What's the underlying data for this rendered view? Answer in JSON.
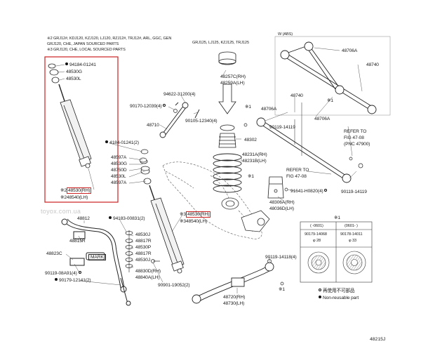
{
  "notes": [
    "※2  GRJ12#, KDJ120, KZJ120, LJ120, RZJ12#, TRJ12#, ARL, GGC, GEN",
    "       GRJ120, CHE, JAPAN SOURCED PARTS",
    "※3  GRJ120, CHE, LOCAL SOURCED PARTS"
  ],
  "variant_headers": {
    "coil_models": "GRJ125, LJ125, KZJ125, TRJ125",
    "w_abs": "W (ABS)"
  },
  "callouts": {
    "c94184_top": "94184-01241",
    "c48530G_top": "48530G",
    "c48530L": "48530L",
    "c48530RH_box_note": "※2",
    "c48530RH_box": "48530(RH)",
    "c48540LH_box_note": "※2",
    "c48540LH_box": "48540(LH)",
    "c4184_mid": "4184-01241(2)",
    "c48597A_1": "48597A",
    "c48530G_2": "48530G",
    "c48750D": "48750D",
    "c48530L_2": "48530L",
    "c48597A_2": "48597A",
    "c48530RH_mid_note": "※3",
    "c48530RH_mid": "48530(RH)",
    "c48540LH_mid_note": "※3",
    "c48540LH_mid": "48540(LH)",
    "c94622": "94622-31200(4)",
    "c90170": "90170-12039(4)",
    "c90105": "90105-12340(4)",
    "c48710": "48710",
    "c48257C": "48257C(RH)",
    "c48259A": "48259A(LH)",
    "c48302": "48302",
    "c48231A": "48231A(RH)",
    "c48231B": "48231B(LH)",
    "c48706A_top": "48706A",
    "c48740_right": "48740",
    "c48740_mid": "48740",
    "c48706A_l": "48706A",
    "c48706A_r": "48706A",
    "c90119_14119_a": "90119-14119",
    "c90119_14119_b": "90119-14119",
    "c_ref1_a": "REFER TO",
    "c_ref1_b": "FIG 47-08",
    "c_ref1_c": "(PNC 47900)",
    "c_ref2_a": "REFER TO",
    "c_ref2_b": "FIG 47-08",
    "c91641": "91641-H0820(4)",
    "c48306A": "48306A(RH)",
    "c48036D": "48036D(LH)",
    "c48812": "48812",
    "c48815R": "48815R",
    "c48823C": "48823C",
    "c90119_08A91": "90119-08A91(4)",
    "c90179": "90179-12141(2)",
    "c94183": "94183-00831(2)",
    "c48530J_1": "48530J",
    "c48817R_1": "48817R",
    "c48530P": "48530P",
    "c48817R_2": "48817R",
    "c48530J_2": "48530J",
    "c48830D": "48830D(RH)",
    "c48840A": "48840A(LH)",
    "c90901": "90901-19052(2)",
    "c90119_14118": "90119-14118(4)",
    "c48720": "48720(RH)",
    "c48730": "48730(LH)",
    "mark": "MARK",
    "star1_a": "※1",
    "star1_b": "※1",
    "star1_c": "※1",
    "star1_d": "※1"
  },
  "bushing_table": {
    "title": "※1",
    "col_headers": [
      "(  -0601)",
      "(0601-  )"
    ],
    "part_numbers": [
      "90179-14068",
      "90178-14011"
    ],
    "sizes": [
      "φ 28",
      "φ 33"
    ]
  },
  "legend": {
    "reusable": "再使用不可部品",
    "non_reusable": "Non-reusable part"
  },
  "watermark": "toyox.com.ua",
  "figure_id": "48215J"
}
